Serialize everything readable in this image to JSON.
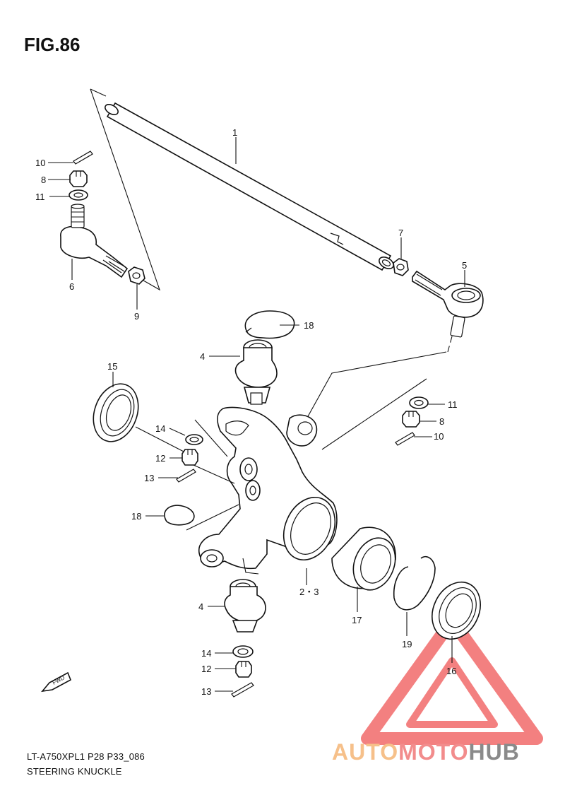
{
  "figure_title": "FIG.86",
  "footer": {
    "model": "LT-A750XPL1 P28 P33_086",
    "name": "STEERING KNUCKLE"
  },
  "fwd_label": "FWD",
  "watermark": {
    "part1": "AUTO",
    "part2": "MOTO",
    "part3": "HUB",
    "color1": "#f6c08a",
    "color2": "#f28c8c",
    "color3": "#8a8a8a",
    "triangle_color": "#f06060"
  },
  "callouts": [
    {
      "id": "c1",
      "label": "1"
    },
    {
      "id": "c10a",
      "label": "10"
    },
    {
      "id": "c8a",
      "label": "8"
    },
    {
      "id": "c11a",
      "label": "11"
    },
    {
      "id": "c6",
      "label": "6"
    },
    {
      "id": "c9",
      "label": "9"
    },
    {
      "id": "c7",
      "label": "7"
    },
    {
      "id": "c5",
      "label": "5"
    },
    {
      "id": "c18a",
      "label": "18"
    },
    {
      "id": "c4a",
      "label": "4"
    },
    {
      "id": "c15",
      "label": "15"
    },
    {
      "id": "c11b",
      "label": "11"
    },
    {
      "id": "c8b",
      "label": "8"
    },
    {
      "id": "c10b",
      "label": "10"
    },
    {
      "id": "c14a",
      "label": "14"
    },
    {
      "id": "c12a",
      "label": "12"
    },
    {
      "id": "c13a",
      "label": "13"
    },
    {
      "id": "c18b",
      "label": "18"
    },
    {
      "id": "c23",
      "label": "2・3"
    },
    {
      "id": "c4b",
      "label": "4"
    },
    {
      "id": "c17",
      "label": "17"
    },
    {
      "id": "c19",
      "label": "19"
    },
    {
      "id": "c16",
      "label": "16"
    },
    {
      "id": "c14b",
      "label": "14"
    },
    {
      "id": "c12b",
      "label": "12"
    },
    {
      "id": "c13b",
      "label": "13"
    }
  ]
}
